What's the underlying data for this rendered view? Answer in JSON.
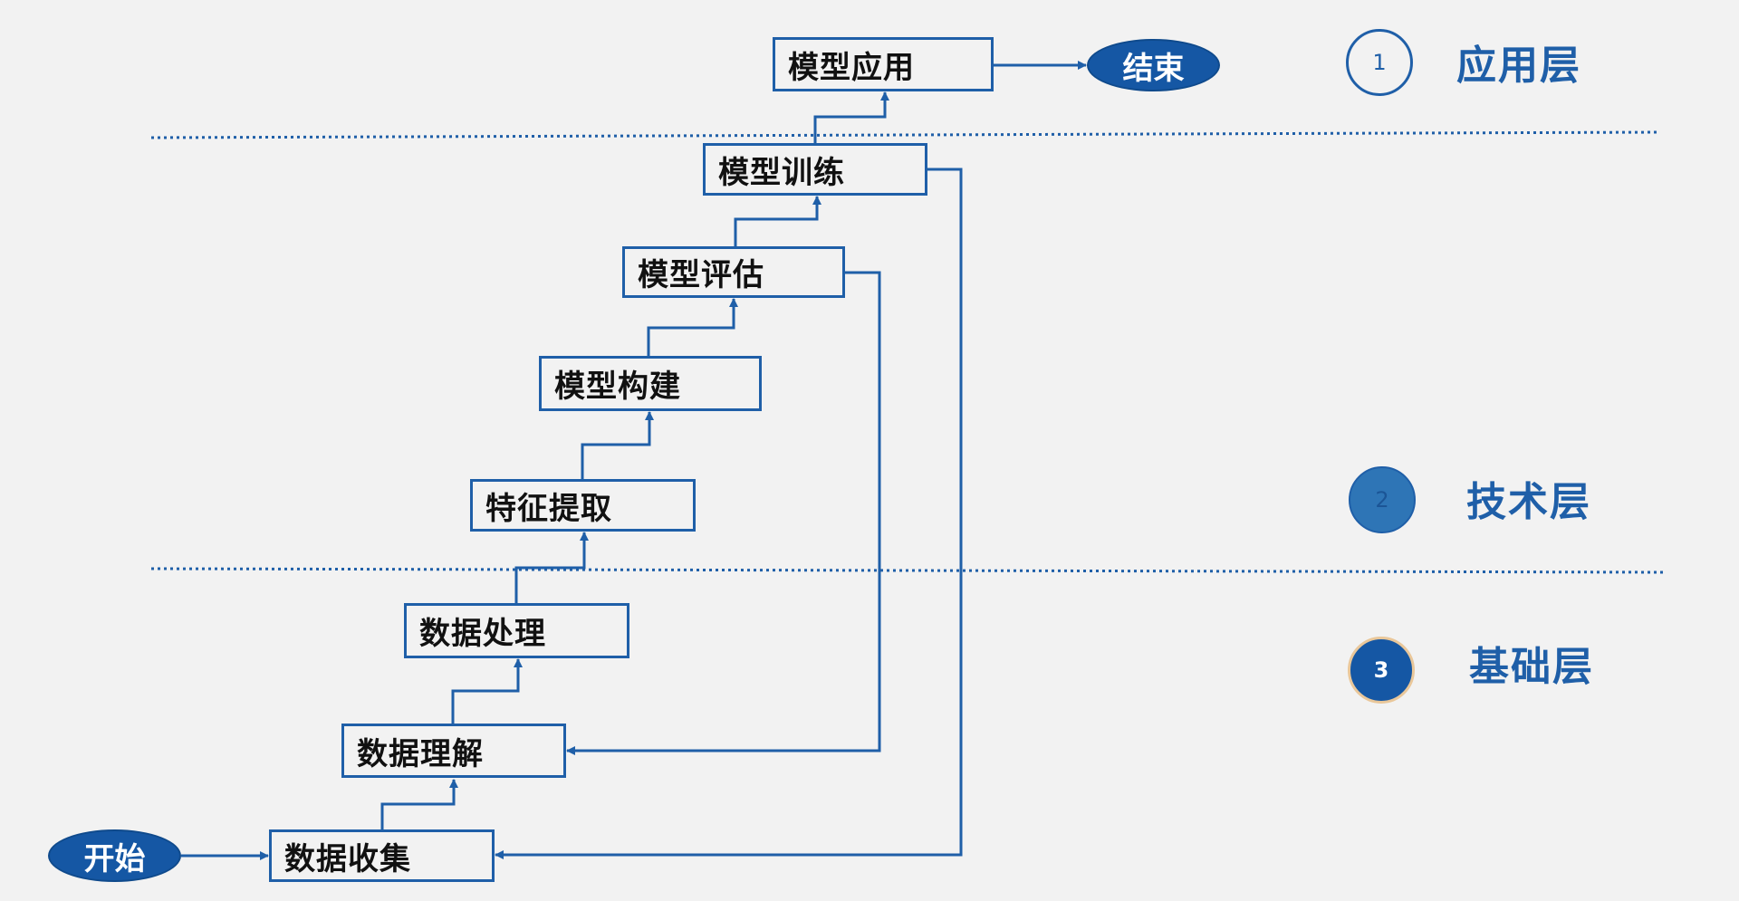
{
  "terminals": {
    "start": "开始",
    "end": "结束"
  },
  "steps": [
    {
      "id": "data-collection",
      "label": "数据收集"
    },
    {
      "id": "data-understanding",
      "label": "数据理解"
    },
    {
      "id": "data-processing",
      "label": "数据处理"
    },
    {
      "id": "feature-extraction",
      "label": "特征提取"
    },
    {
      "id": "model-building",
      "label": "模型构建"
    },
    {
      "id": "model-evaluation",
      "label": "模型评估"
    },
    {
      "id": "model-training",
      "label": "模型训练"
    },
    {
      "id": "model-application",
      "label": "模型应用"
    }
  ],
  "feedback_edges": [
    {
      "from": "模型评估",
      "to": "数据理解"
    },
    {
      "from": "模型训练",
      "to": "数据收集"
    }
  ],
  "layers": [
    {
      "number": "1",
      "label": "应用层"
    },
    {
      "number": "2",
      "label": "技术层"
    },
    {
      "number": "3",
      "label": "基础层"
    }
  ],
  "colors": {
    "accent": "#1f5fa8",
    "ellipse_fill": "#1557a4",
    "layer2_fill": "#2e75b6",
    "layer3_ring": "#e9c79a",
    "background": "#f2f2f2"
  }
}
